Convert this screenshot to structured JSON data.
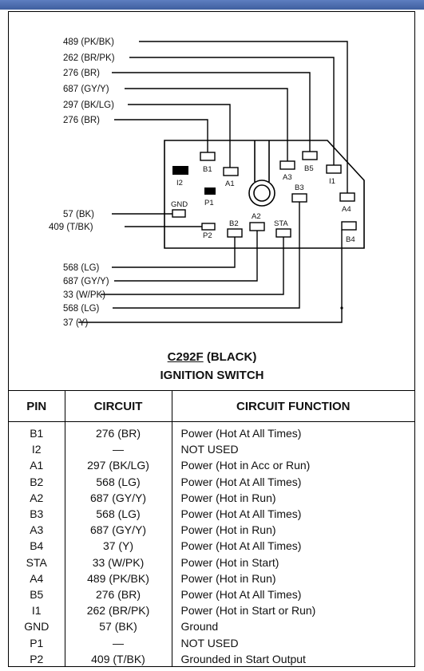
{
  "connector": {
    "code": "C292F",
    "color_label": "(BLACK)",
    "name": "IGNITION SWITCH"
  },
  "wire_labels_top": [
    "489 (PK/BK)",
    "262 (BR/PK)",
    "276 (BR)",
    "687 (GY/Y)",
    "297 (BK/LG)",
    "276 (BR)"
  ],
  "wire_labels_left": [
    "57 (BK)",
    "409 (T/BK)"
  ],
  "wire_labels_bottom": [
    "568 (LG)",
    "687 (GY/Y)",
    "33 (W/PK)",
    "568 (LG)",
    "37 (Y)"
  ],
  "pin_labels": {
    "B1": "B1",
    "I2": "I2",
    "A1": "A1",
    "P1": "P1",
    "A3": "A3",
    "B5": "B5",
    "I1": "I1",
    "B3": "B3",
    "A4": "A4",
    "GND": "GND",
    "P2": "P2",
    "B2": "B2",
    "A2": "A2",
    "STA": "STA",
    "B4": "B4"
  },
  "table": {
    "headers": [
      "PIN",
      "CIRCUIT",
      "CIRCUIT FUNCTION"
    ],
    "rows": [
      [
        "B1",
        "276 (BR)",
        "Power (Hot At All Times)"
      ],
      [
        "I2",
        "—",
        "NOT USED"
      ],
      [
        "A1",
        "297 (BK/LG)",
        "Power (Hot in Acc or Run)"
      ],
      [
        "B2",
        "568 (LG)",
        "Power (Hot At All Times)"
      ],
      [
        "A2",
        "687 (GY/Y)",
        "Power (Hot in Run)"
      ],
      [
        "B3",
        "568 (LG)",
        "Power (Hot At All Times)"
      ],
      [
        "A3",
        "687 (GY/Y)",
        "Power (Hot in Run)"
      ],
      [
        "B4",
        "37 (Y)",
        "Power (Hot At All Times)"
      ],
      [
        "STA",
        "33 (W/PK)",
        "Power (Hot in Start)"
      ],
      [
        "A4",
        "489 (PK/BK)",
        "Power (Hot in Run)"
      ],
      [
        "B5",
        "276 (BR)",
        "Power (Hot At All Times)"
      ],
      [
        "I1",
        "262 (BR/PK)",
        "Power (Hot in Start or Run)"
      ],
      [
        "GND",
        "57 (BK)",
        "Ground"
      ],
      [
        "P1",
        "—",
        "NOT USED"
      ],
      [
        "P2",
        "409 (T/BK)",
        "Grounded in Start Output"
      ]
    ]
  }
}
